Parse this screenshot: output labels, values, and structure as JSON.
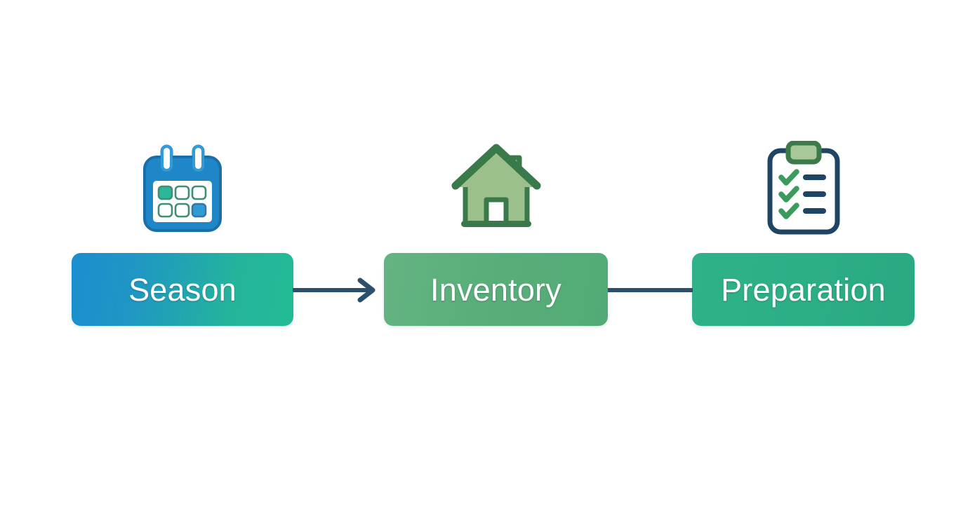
{
  "diagram": {
    "type": "process-flow",
    "background_color": "#ffffff",
    "stages": [
      {
        "id": "season",
        "label": "Season",
        "icon": "calendar-icon",
        "box_gradient_from": "#1a8ed0",
        "box_gradient_to": "#23bb95",
        "text_color": "#ffffff"
      },
      {
        "id": "inventory",
        "label": "Inventory",
        "icon": "house-icon",
        "box_gradient_from": "#64b482",
        "box_gradient_to": "#52ab76",
        "text_color": "#ffffff"
      },
      {
        "id": "preparation",
        "label": "Preparation",
        "icon": "clipboard-checklist-icon",
        "box_gradient_from": "#2fb189",
        "box_gradient_to": "#29a982",
        "text_color": "#ffffff"
      }
    ],
    "connectors": [
      {
        "id": "connector-1",
        "from": "season",
        "to": "inventory",
        "style": "arrow",
        "color": "#2c4f6b"
      },
      {
        "id": "connector-2",
        "from": "inventory",
        "to": "preparation",
        "style": "line",
        "color": "#2c4f6b"
      }
    ],
    "icon_colors": {
      "calendar_body": "#1f87c8",
      "calendar_header": "#1f87c8",
      "calendar_face": "#ffffff",
      "calendar_cell_teal": "#2bb89a",
      "calendar_cell_blue": "#2e9bd4",
      "calendar_cell_outline": "#3f8f74",
      "house_fill": "#9cc08c",
      "house_outline": "#3a7a4a",
      "house_door": "#ffffff",
      "clipboard_outline": "#1f4566",
      "clipboard_face": "#ffffff",
      "clip_fill": "#a8c89a",
      "clip_outline": "#3d7a4a",
      "check_color": "#3a9b5c",
      "line_color": "#1f4566"
    }
  }
}
